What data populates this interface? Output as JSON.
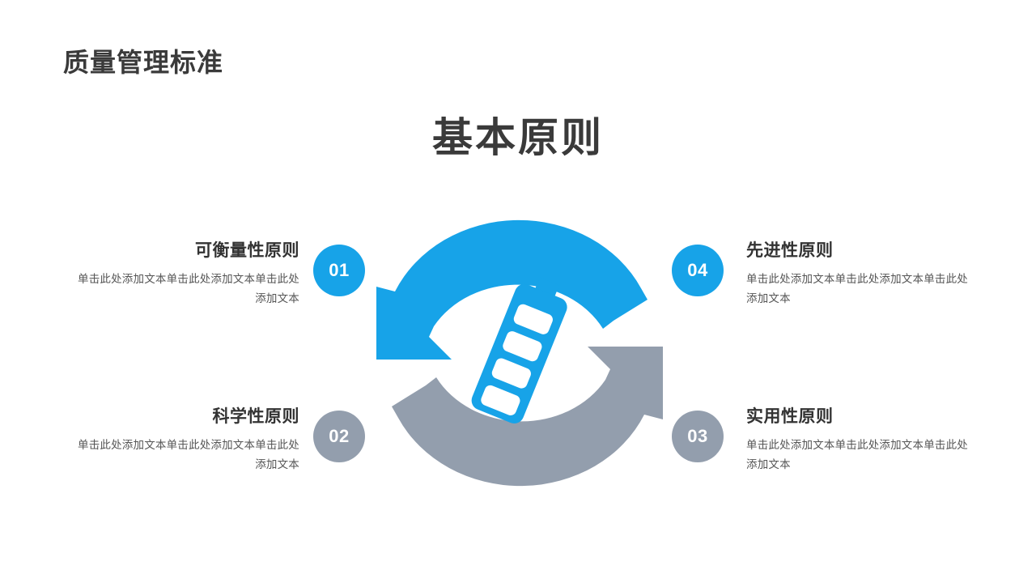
{
  "slide": {
    "title": "质量管理标准",
    "heading": "基本原则",
    "background_color": "#ffffff",
    "title_color": "#3a3a3a",
    "accent_blue": "#17a3e8",
    "accent_gray": "#939ead"
  },
  "diagram": {
    "name": "circular-cycle-diagram",
    "center_icon": "battery-icon",
    "arcs": [
      {
        "name": "upper-arc",
        "color": "#17a3e8",
        "direction": "clockwise-to-left"
      },
      {
        "name": "lower-arc",
        "color": "#939ead",
        "direction": "clockwise-to-right"
      }
    ]
  },
  "items": [
    {
      "number": "01",
      "heading": "可衡量性原则",
      "body": "单击此处添加文本单击此处添加文本单击此处添加文本",
      "color": "#17a3e8",
      "side": "left"
    },
    {
      "number": "02",
      "heading": "科学性原则",
      "body": "单击此处添加文本单击此处添加文本单击此处添加文本",
      "color": "#939ead",
      "side": "left"
    },
    {
      "number": "03",
      "heading": "实用性原则",
      "body": "单击此处添加文本单击此处添加文本单击此处添加文本",
      "color": "#939ead",
      "side": "right"
    },
    {
      "number": "04",
      "heading": "先进性原则",
      "body": "单击此处添加文本单击此处添加文本单击此处添加文本",
      "color": "#17a3e8",
      "side": "right"
    }
  ]
}
